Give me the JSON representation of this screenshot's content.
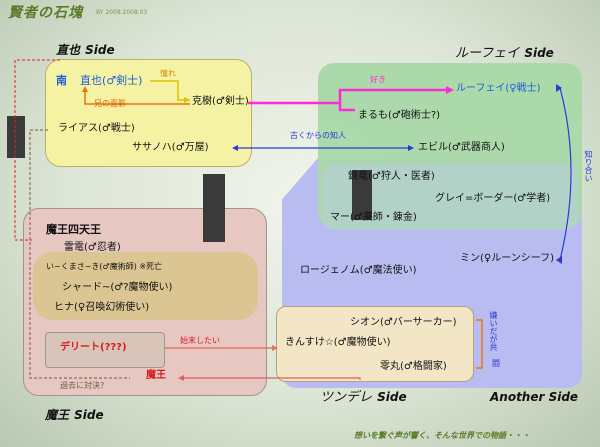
{
  "header": {
    "logo_title": "賢者の石塊",
    "logo_subtitle": "BY 2008.2008.03",
    "footer_slogan": "想いを繋ぐ声が響く、そんな世界での物語・・・"
  },
  "sides": {
    "naoya": {
      "name_jp": "直也",
      "name_en": "Side"
    },
    "rufei": {
      "name_jp": "ルーフェイ",
      "name_en": "Side"
    },
    "maou": {
      "name_jp": "魔王",
      "name_en": "Side"
    },
    "tsundere": {
      "name_jp": "ツンデレ",
      "name_en": "Side"
    },
    "another": {
      "name_jp": "",
      "name_en": "Another Side"
    }
  },
  "characters": {
    "minami": "南",
    "naoya": "直也(♂剣士)",
    "katsuki": "克樹(♂剣士)",
    "raiasu": "ライアス(♂戦士)",
    "sasanoha": "ササノハ(♂万屋)",
    "rufei": "ルーフェイ(♀戦士)",
    "marumo": "まるも(♂砲術士?)",
    "ebiru": "エビル(♂武器商人)",
    "koryu": "鏡竜(♂狩人・医者)",
    "grey": "グレイ=ボーダー(♂学者)",
    "ma": "マー(♂薬師・錬金)",
    "min": "ミン(♀ルーンシーフ)",
    "rojenomu": "ロージェノム(♂魔法使い)",
    "shion": "シオン(♂バーサーカー)",
    "kinsuke": "きんすけ☆(♂魔物使い)",
    "reimaru": "零丸(♂格闘家)",
    "maou_title": "魔王四天王",
    "raiden": "雷電(♂忍者)",
    "iikumasaki": "い~くまさ~き(♂魔術師) ※死亡",
    "shado": "シャード~(♂?魔物使い)",
    "hina": "ヒナ(♀召喚幻術使い)",
    "delete": "デリート(???)",
    "maou": "魔王"
  },
  "relations": {
    "akogare": "憧れ",
    "ani_no_omokage": "兄の面影",
    "suki": "好き",
    "furuku_kara": "古くからの知人",
    "shiriai": "知り合い",
    "shimatsu": "始末したい",
    "kako": "過去に対決?",
    "kirai_kyoto_1": "嫌いだが共",
    "kirai_kyoto_2": "闘"
  },
  "colors": {
    "naoya_pane": "#f6f2a4",
    "rufei_pane": "#a9d8a8",
    "another_pane": "#b9bcf0",
    "maou_pane": "#e6c7c2",
    "shado_pane": "#d8c48a",
    "tsundere_pane": "#f3e6c6",
    "blue_text": "#1c60d8",
    "red_text": "#d81c1c",
    "magenta": "#ff2ad4",
    "orange": "#e87510"
  }
}
